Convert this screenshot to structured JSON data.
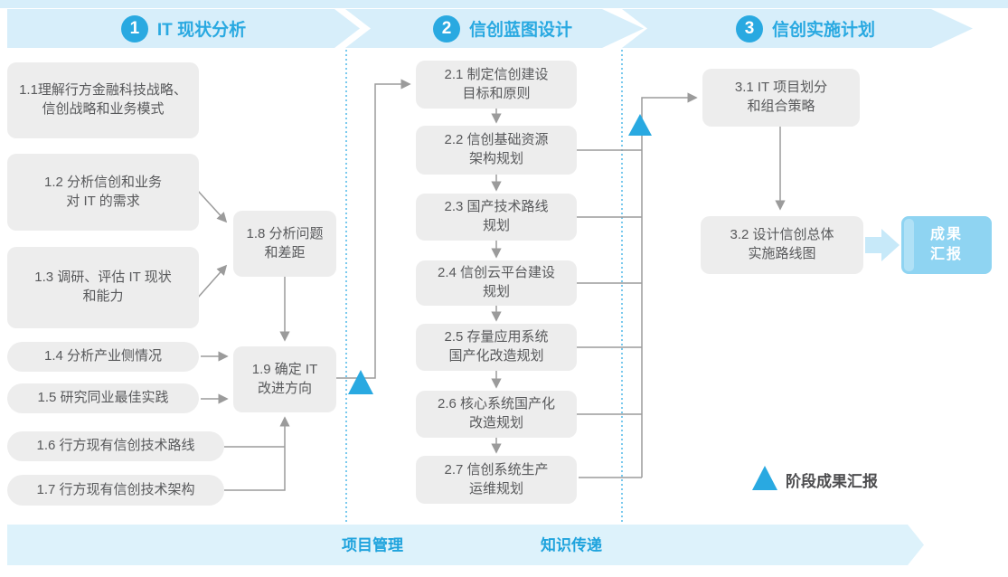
{
  "colors": {
    "accent_blue": "#29A9E1",
    "band_bg": "#D7EEFA",
    "box_bg": "#EDEDED",
    "box_text": "#58595B",
    "connector_gray": "#9B9B9B",
    "dotted_divider": "#4FB8E8",
    "result_box_bg": "#8FD4F2",
    "fat_arrow": "#C7E9F9",
    "footer_bg": "#DDF2FB",
    "footer_text": "#1FA3DD"
  },
  "phases": [
    {
      "number": "1",
      "title": "IT 现状分析"
    },
    {
      "number": "2",
      "title": "信创蓝图设计"
    },
    {
      "number": "3",
      "title": "信创实施计划"
    }
  ],
  "boxes": {
    "b11": {
      "lines": [
        "1.1理解行方金融科技战略、",
        "信创战略和业务模式"
      ]
    },
    "b12": {
      "lines": [
        "1.2 分析信创和业务",
        "对 IT 的需求"
      ]
    },
    "b13": {
      "lines": [
        "1.3 调研、评估 IT 现状",
        "和能力"
      ]
    },
    "b14": {
      "lines": [
        "1.4 分析产业侧情况"
      ]
    },
    "b15": {
      "lines": [
        "1.5 研究同业最佳实践"
      ]
    },
    "b16": {
      "lines": [
        "1.6 行方现有信创技术路线"
      ]
    },
    "b17": {
      "lines": [
        "1.7 行方现有信创技术架构"
      ]
    },
    "b18": {
      "lines": [
        "1.8 分析问题",
        "和差距"
      ]
    },
    "b19": {
      "lines": [
        "1.9 确定 IT",
        "改进方向"
      ]
    },
    "b21": {
      "lines": [
        "2.1 制定信创建设",
        "目标和原则"
      ]
    },
    "b22": {
      "lines": [
        "2.2 信创基础资源",
        "架构规划"
      ]
    },
    "b23": {
      "lines": [
        "2.3 国产技术路线",
        "规划"
      ]
    },
    "b24": {
      "lines": [
        "2.4 信创云平台建设",
        "规划"
      ]
    },
    "b25": {
      "lines": [
        "2.5 存量应用系统",
        "国产化改造规划"
      ]
    },
    "b26": {
      "lines": [
        "2.6 核心系统国产化",
        "改造规划"
      ]
    },
    "b27": {
      "lines": [
        "2.7 信创系统生产",
        "运维规划"
      ]
    },
    "b31": {
      "lines": [
        "3.1 IT 项目划分",
        "和组合策略"
      ]
    },
    "b32": {
      "lines": [
        "3.2 设计信创总体",
        "实施路线图"
      ]
    }
  },
  "result_box": {
    "lines": [
      "成果",
      "汇报"
    ]
  },
  "legend": {
    "label": "阶段成果汇报"
  },
  "footer": {
    "items": [
      "项目管理",
      "知识传递"
    ]
  }
}
